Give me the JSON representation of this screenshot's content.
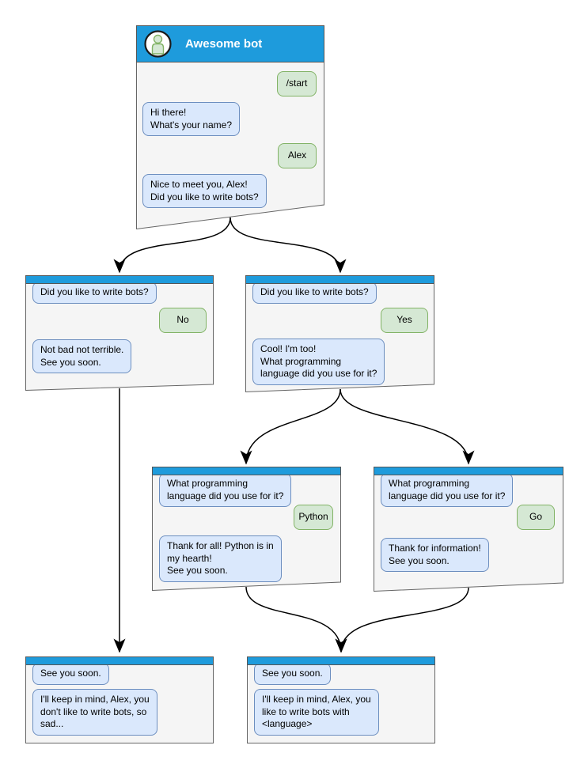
{
  "colors": {
    "titlebar_blue": "#1e9bdc",
    "window_bg": "#f5f5f5",
    "window_border": "#666666",
    "bot_bubble_bg": "#dae8fc",
    "bot_bubble_border": "#6c8ebf",
    "user_bubble_bg": "#d5e8d4",
    "user_bubble_border": "#82b366",
    "arrow_color": "#000000"
  },
  "icons": {
    "header_avatar": "person-icon"
  },
  "windows": {
    "main": {
      "title": "Awesome bot",
      "messages": [
        {
          "from": "user",
          "text": "/start"
        },
        {
          "from": "bot",
          "text": "Hi there!\nWhat's your name?"
        },
        {
          "from": "user",
          "text": "Alex"
        },
        {
          "from": "bot",
          "text": "Nice to meet you, Alex!\nDid you like to write bots?"
        }
      ]
    },
    "branch_no": {
      "messages": [
        {
          "from": "bot",
          "text": "Did you like to write bots?"
        },
        {
          "from": "user",
          "text": "No"
        },
        {
          "from": "bot",
          "text": "Not bad not terrible.\nSee you soon."
        }
      ]
    },
    "branch_yes": {
      "messages": [
        {
          "from": "bot",
          "text": "Did you like to write bots?"
        },
        {
          "from": "user",
          "text": "Yes"
        },
        {
          "from": "bot",
          "text": "Cool! I'm too!\nWhat programming\nlanguage did you use for it?"
        }
      ]
    },
    "branch_python": {
      "messages": [
        {
          "from": "bot",
          "text": "What programming\nlanguage did you use for it?"
        },
        {
          "from": "user",
          "text": "Python"
        },
        {
          "from": "bot",
          "text": "Thank for all! Python is in\nmy hearth!\nSee you soon."
        }
      ]
    },
    "branch_go": {
      "messages": [
        {
          "from": "bot",
          "text": "What programming\nlanguage did you use for it?"
        },
        {
          "from": "user",
          "text": "Go"
        },
        {
          "from": "bot",
          "text": "Thank for information!\nSee you soon."
        }
      ]
    },
    "end_no": {
      "messages": [
        {
          "from": "bot",
          "text": "See you soon."
        },
        {
          "from": "bot",
          "text": "I'll keep in mind, Alex, you\ndon't like to write bots, so\nsad..."
        }
      ]
    },
    "end_yes": {
      "messages": [
        {
          "from": "bot",
          "text": "See you soon."
        },
        {
          "from": "bot",
          "text": "I'll keep in mind, Alex, you\nlike to write bots with\n<language>"
        }
      ]
    }
  }
}
